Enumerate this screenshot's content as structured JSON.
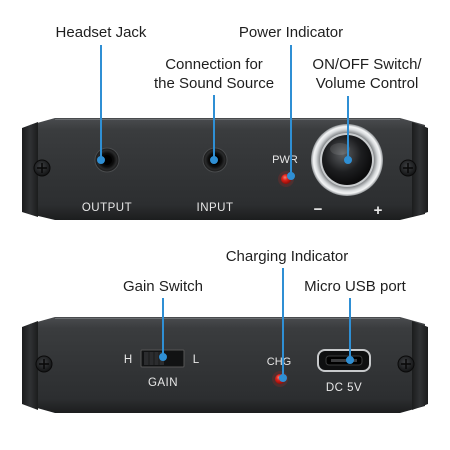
{
  "callouts": {
    "headset_jack": "Headset Jack",
    "power_indicator": "Power Indicator",
    "connection_line1": "Connection for",
    "connection_line2": "the Sound Source",
    "onoff_line1": "ON/OFF Switch/",
    "onoff_line2": "Volume Control",
    "charging_indicator": "Charging Indicator",
    "gain_switch": "Gain Switch",
    "micro_usb_port": "Micro USB port"
  },
  "front_panel": {
    "output_label": "OUTPUT",
    "input_label": "INPUT",
    "pwr_label": "PWR",
    "minus_label": "−",
    "plus_label": "+"
  },
  "back_panel": {
    "h_label": "H",
    "l_label": "L",
    "gain_label": "GAIN",
    "chg_label": "CHG",
    "dc_label": "DC 5V"
  },
  "colors": {
    "callout_line": "#2f8fd4",
    "panel_body": "#2f3133",
    "led_red": "#e0241c",
    "label_text": "#e8e8e8"
  },
  "icons": [
    "screw-icon",
    "jack-port-icon",
    "led-indicator-icon",
    "volume-knob-icon",
    "micro-usb-port-icon",
    "slide-switch-icon"
  ]
}
